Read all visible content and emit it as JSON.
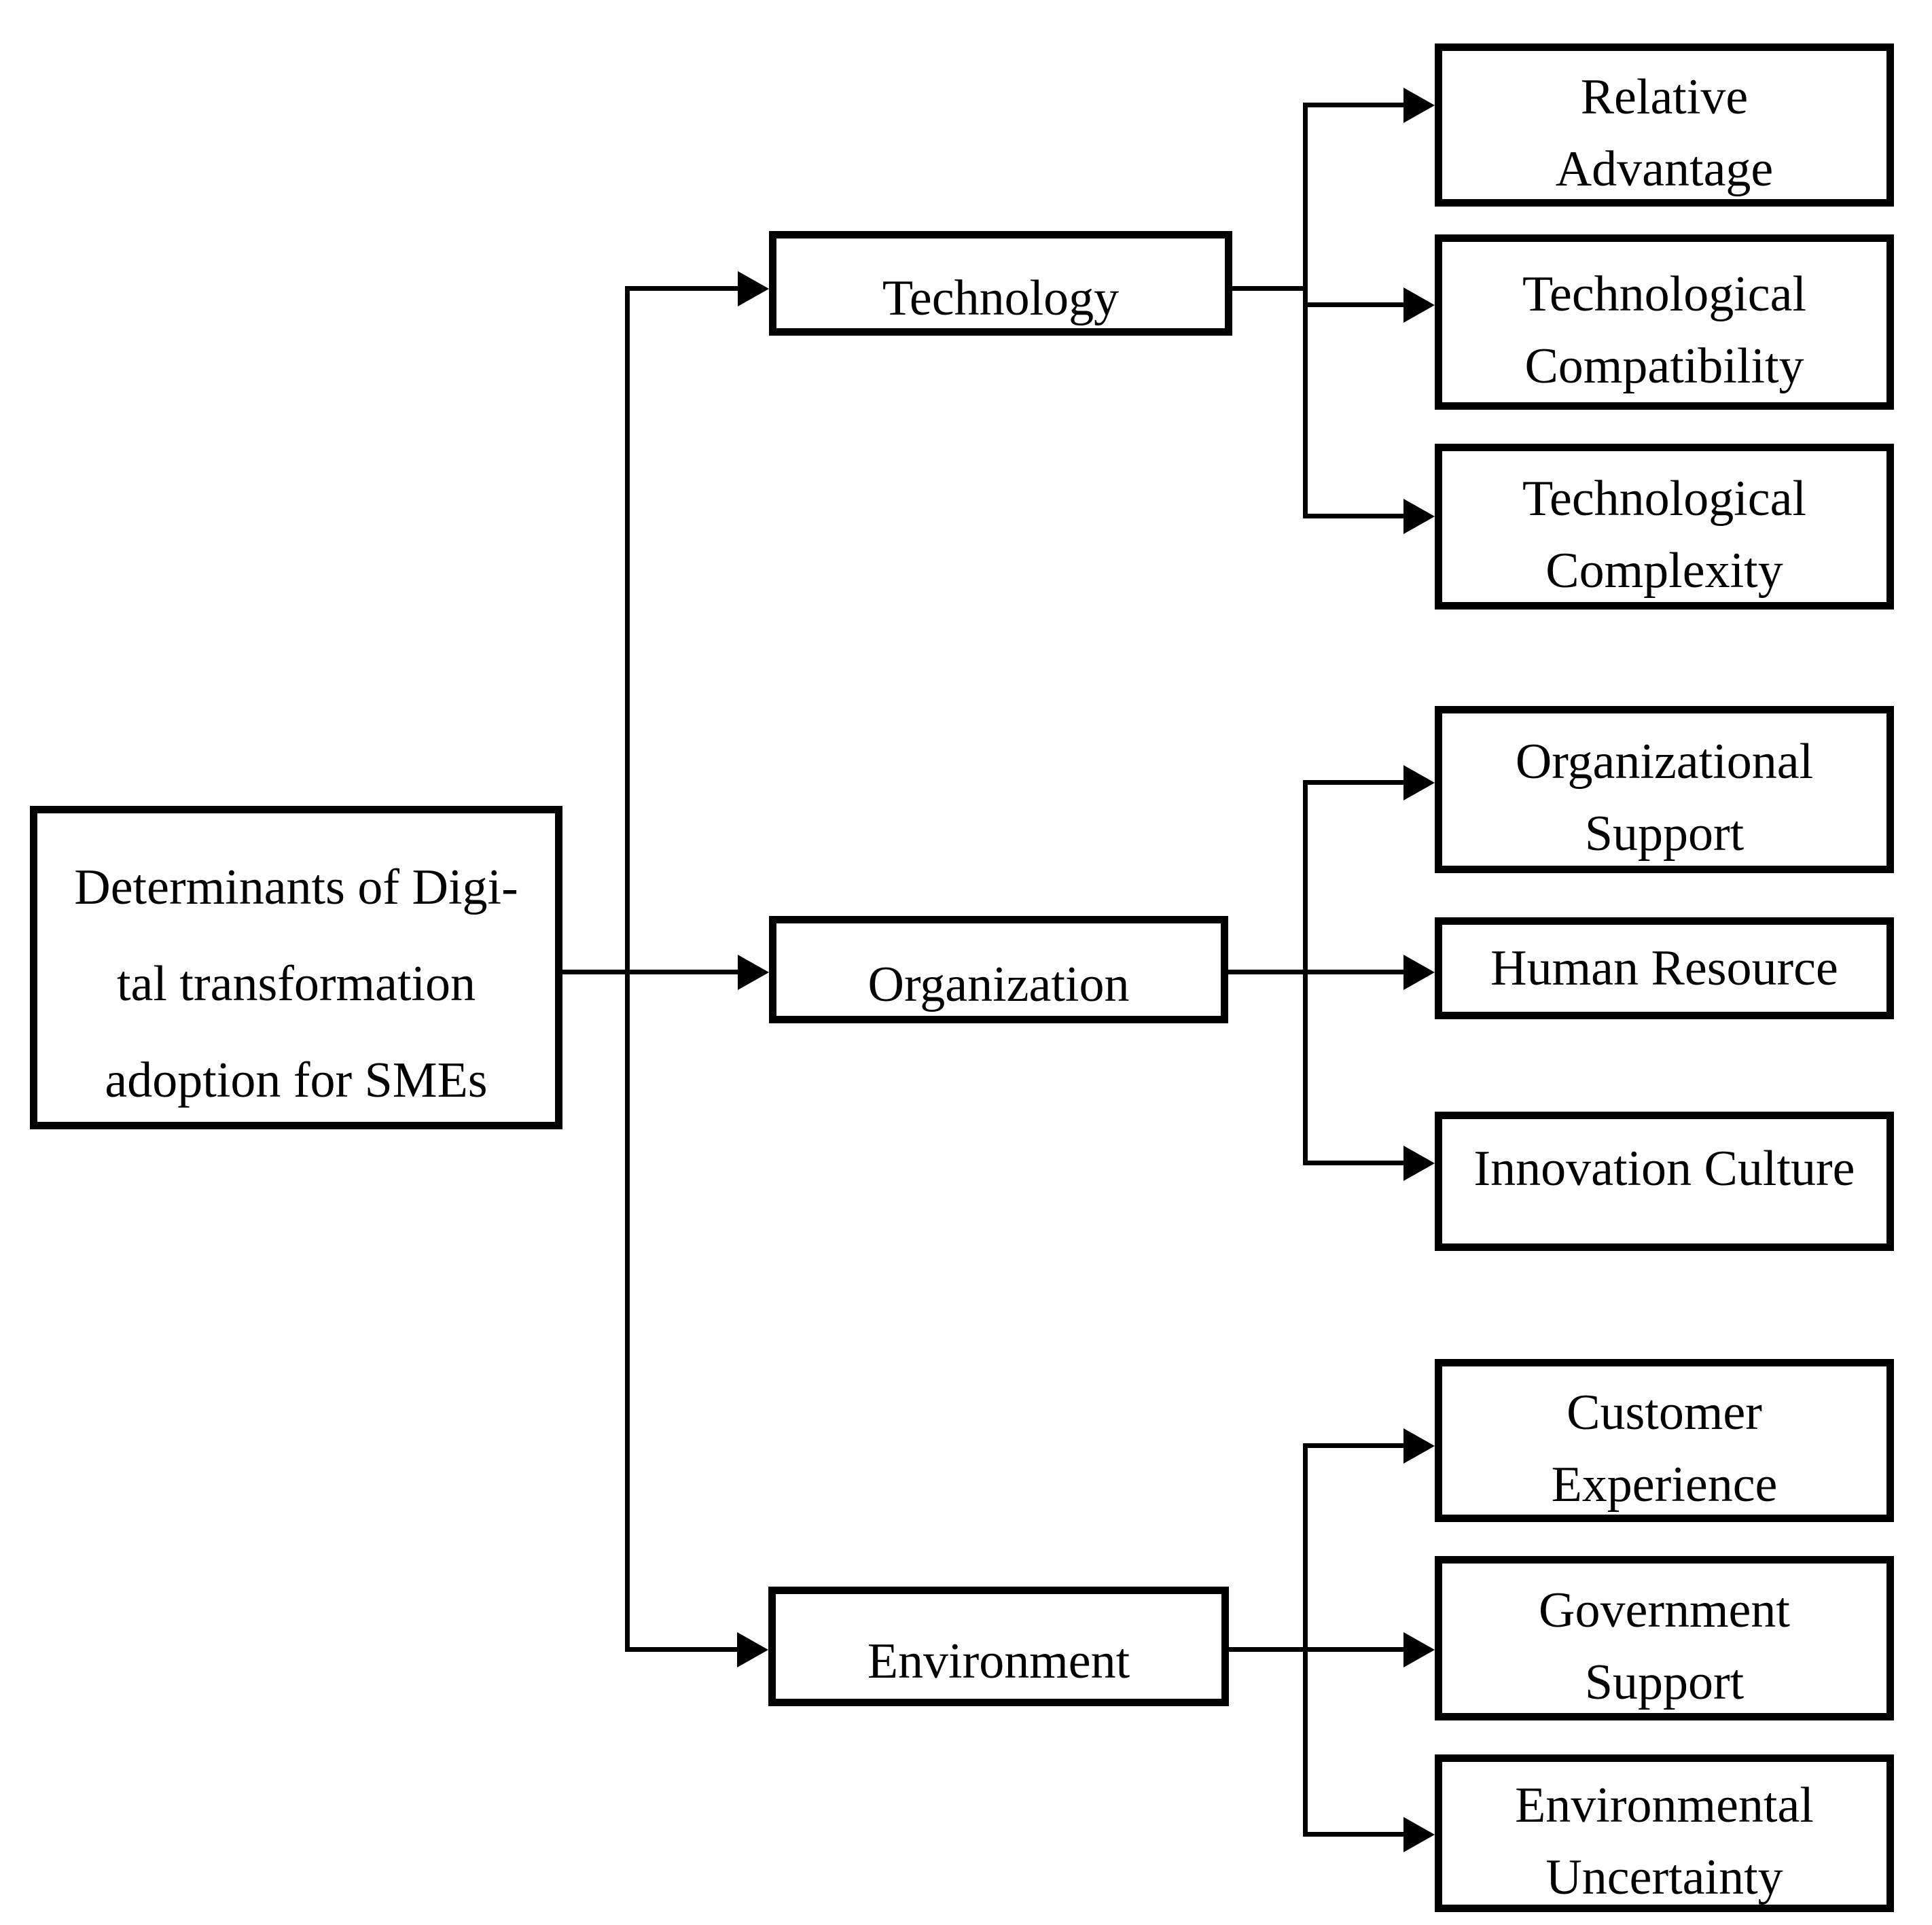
{
  "figure": {
    "background_color": "#ffffff",
    "stroke_color": "#000000",
    "root": {
      "lines": [
        "Determinants of Digi-",
        "tal transformation",
        "adoption for SMEs"
      ]
    },
    "categories": [
      {
        "label": "Technology",
        "children": [
          {
            "lines": [
              "Relative",
              "Advantage"
            ]
          },
          {
            "lines": [
              "Technological",
              "Compatibility"
            ]
          },
          {
            "lines": [
              "Technological",
              "Complexity"
            ]
          }
        ]
      },
      {
        "label": "Organization",
        "children": [
          {
            "lines": [
              "Organizational",
              "Support"
            ]
          },
          {
            "lines": [
              "Human Resource"
            ]
          },
          {
            "lines": [
              "Innovation Culture"
            ]
          }
        ]
      },
      {
        "label": "Environment",
        "children": [
          {
            "lines": [
              "Customer",
              "Experience"
            ]
          },
          {
            "lines": [
              "Government",
              "Support"
            ]
          },
          {
            "lines": [
              "Environmental",
              "Uncertainty"
            ]
          }
        ]
      }
    ]
  }
}
